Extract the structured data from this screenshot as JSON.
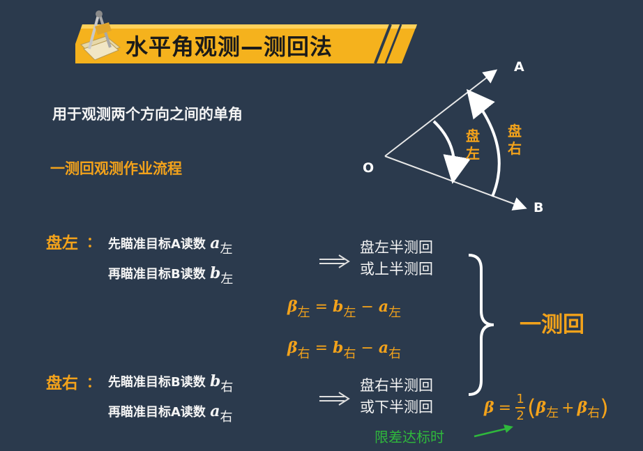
{
  "title": "水平角观测—测回法",
  "intro": "用于观测两个方向之间的单角",
  "flow_heading": "一测回观测作业流程",
  "diagram": {
    "point_o": "O",
    "point_a": "A",
    "point_b": "B",
    "pan_zuo": [
      "盘",
      "左"
    ],
    "pan_you": [
      "盘",
      "右"
    ]
  },
  "left_face": {
    "label": "盘左",
    "colon": "：",
    "step1": "先瞄准目标A读数",
    "step1_var": "a",
    "step1_sub": "左",
    "step2": "再瞄准目标B读数",
    "step2_var": "b",
    "step2_sub": "左",
    "half": [
      "盘左半测回",
      "或上半测回"
    ]
  },
  "right_face": {
    "label": "盘右",
    "colon": "：",
    "step1": "先瞄准目标B读数",
    "step1_var": "b",
    "step1_sub": "右",
    "step2": "再瞄准目标A读数",
    "step2_var": "a",
    "step2_sub": "右",
    "half": [
      "盘右半测回",
      "或下半测回"
    ]
  },
  "formulas": {
    "beta_left": {
      "lhs": "β",
      "lhs_sub": "左",
      "eq": "=",
      "b": "b",
      "b_sub": "左",
      "minus": "−",
      "a": "a",
      "a_sub": "左"
    },
    "beta_right": {
      "lhs": "β",
      "lhs_sub": "右",
      "eq": "=",
      "b": "b",
      "b_sub": "右",
      "minus": "−",
      "a": "a",
      "a_sub": "右"
    },
    "mean": {
      "lhs": "β",
      "eq": "=",
      "num": "1",
      "den": "2",
      "open": "(",
      "t1": "β",
      "t1_sub": "左",
      "plus": "+",
      "t2": "β",
      "t2_sub": "右",
      "close": ")"
    }
  },
  "one_measurement": "一测回",
  "limit_note": "限差达标时",
  "colors": {
    "background": "#2b3a4d",
    "accent": "#f2a21b",
    "text": "#f4f4f4",
    "note": "#2fb83c"
  }
}
